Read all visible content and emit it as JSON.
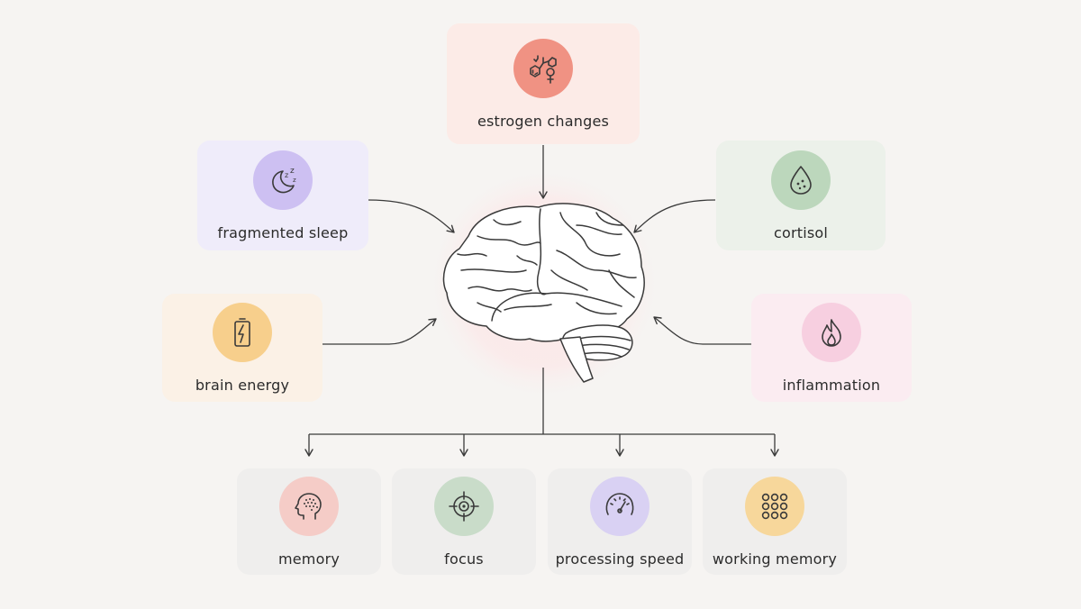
{
  "center": {
    "icon": "brain-illustration"
  },
  "causes": {
    "estrogen": {
      "label": "estrogen changes",
      "icon": "estrogen-molecule-icon",
      "bg": "#fcebe7",
      "circle": "#f09283"
    },
    "sleep": {
      "label": "fragmented sleep",
      "icon": "moon-zzz-icon",
      "bg": "#efecfa",
      "circle": "#cdc0f2"
    },
    "cortisol": {
      "label": "cortisol",
      "icon": "drop-icon",
      "bg": "#ecf1ea",
      "circle": "#bcd7bc"
    },
    "energy": {
      "label": "brain energy",
      "icon": "battery-bolt-icon",
      "bg": "#fbf1e6",
      "circle": "#f7cf8c"
    },
    "inflammation": {
      "label": "inflammation",
      "icon": "flame-icon",
      "bg": "#fbecf1",
      "circle": "#f7cfe0"
    }
  },
  "effects": [
    {
      "label": "memory",
      "icon": "head-brain-icon",
      "circle": "#f5ccc7"
    },
    {
      "label": "focus",
      "icon": "target-icon",
      "circle": "#c9dcc9"
    },
    {
      "label": "processing speed",
      "icon": "gauge-icon",
      "circle": "#d9d1f3"
    },
    {
      "label": "working memory",
      "icon": "dot-grid-icon",
      "circle": "#f7d79b"
    }
  ],
  "colors": {
    "background": "#f6f4f2",
    "effect_card": "#efeeed",
    "arrow": "#3a3a3a",
    "glow": "#fbe9e8"
  }
}
